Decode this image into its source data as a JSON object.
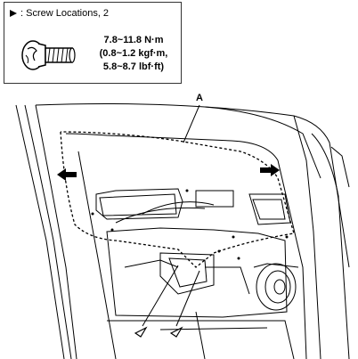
{
  "legend": {
    "screw_locations": ": Screw Locations, 2",
    "torque_line1": "7.8~11.8 N·m",
    "torque_line2": "(0.8~1.2 kgf·m,",
    "torque_line3": "5.8~8.7 lbf·ft)"
  },
  "callout_label": "A",
  "icons": [
    "arrow-marker-icon",
    "screw-icon",
    "left-arrow-icon",
    "right-arrow-icon",
    "triangle-marker-icon"
  ]
}
